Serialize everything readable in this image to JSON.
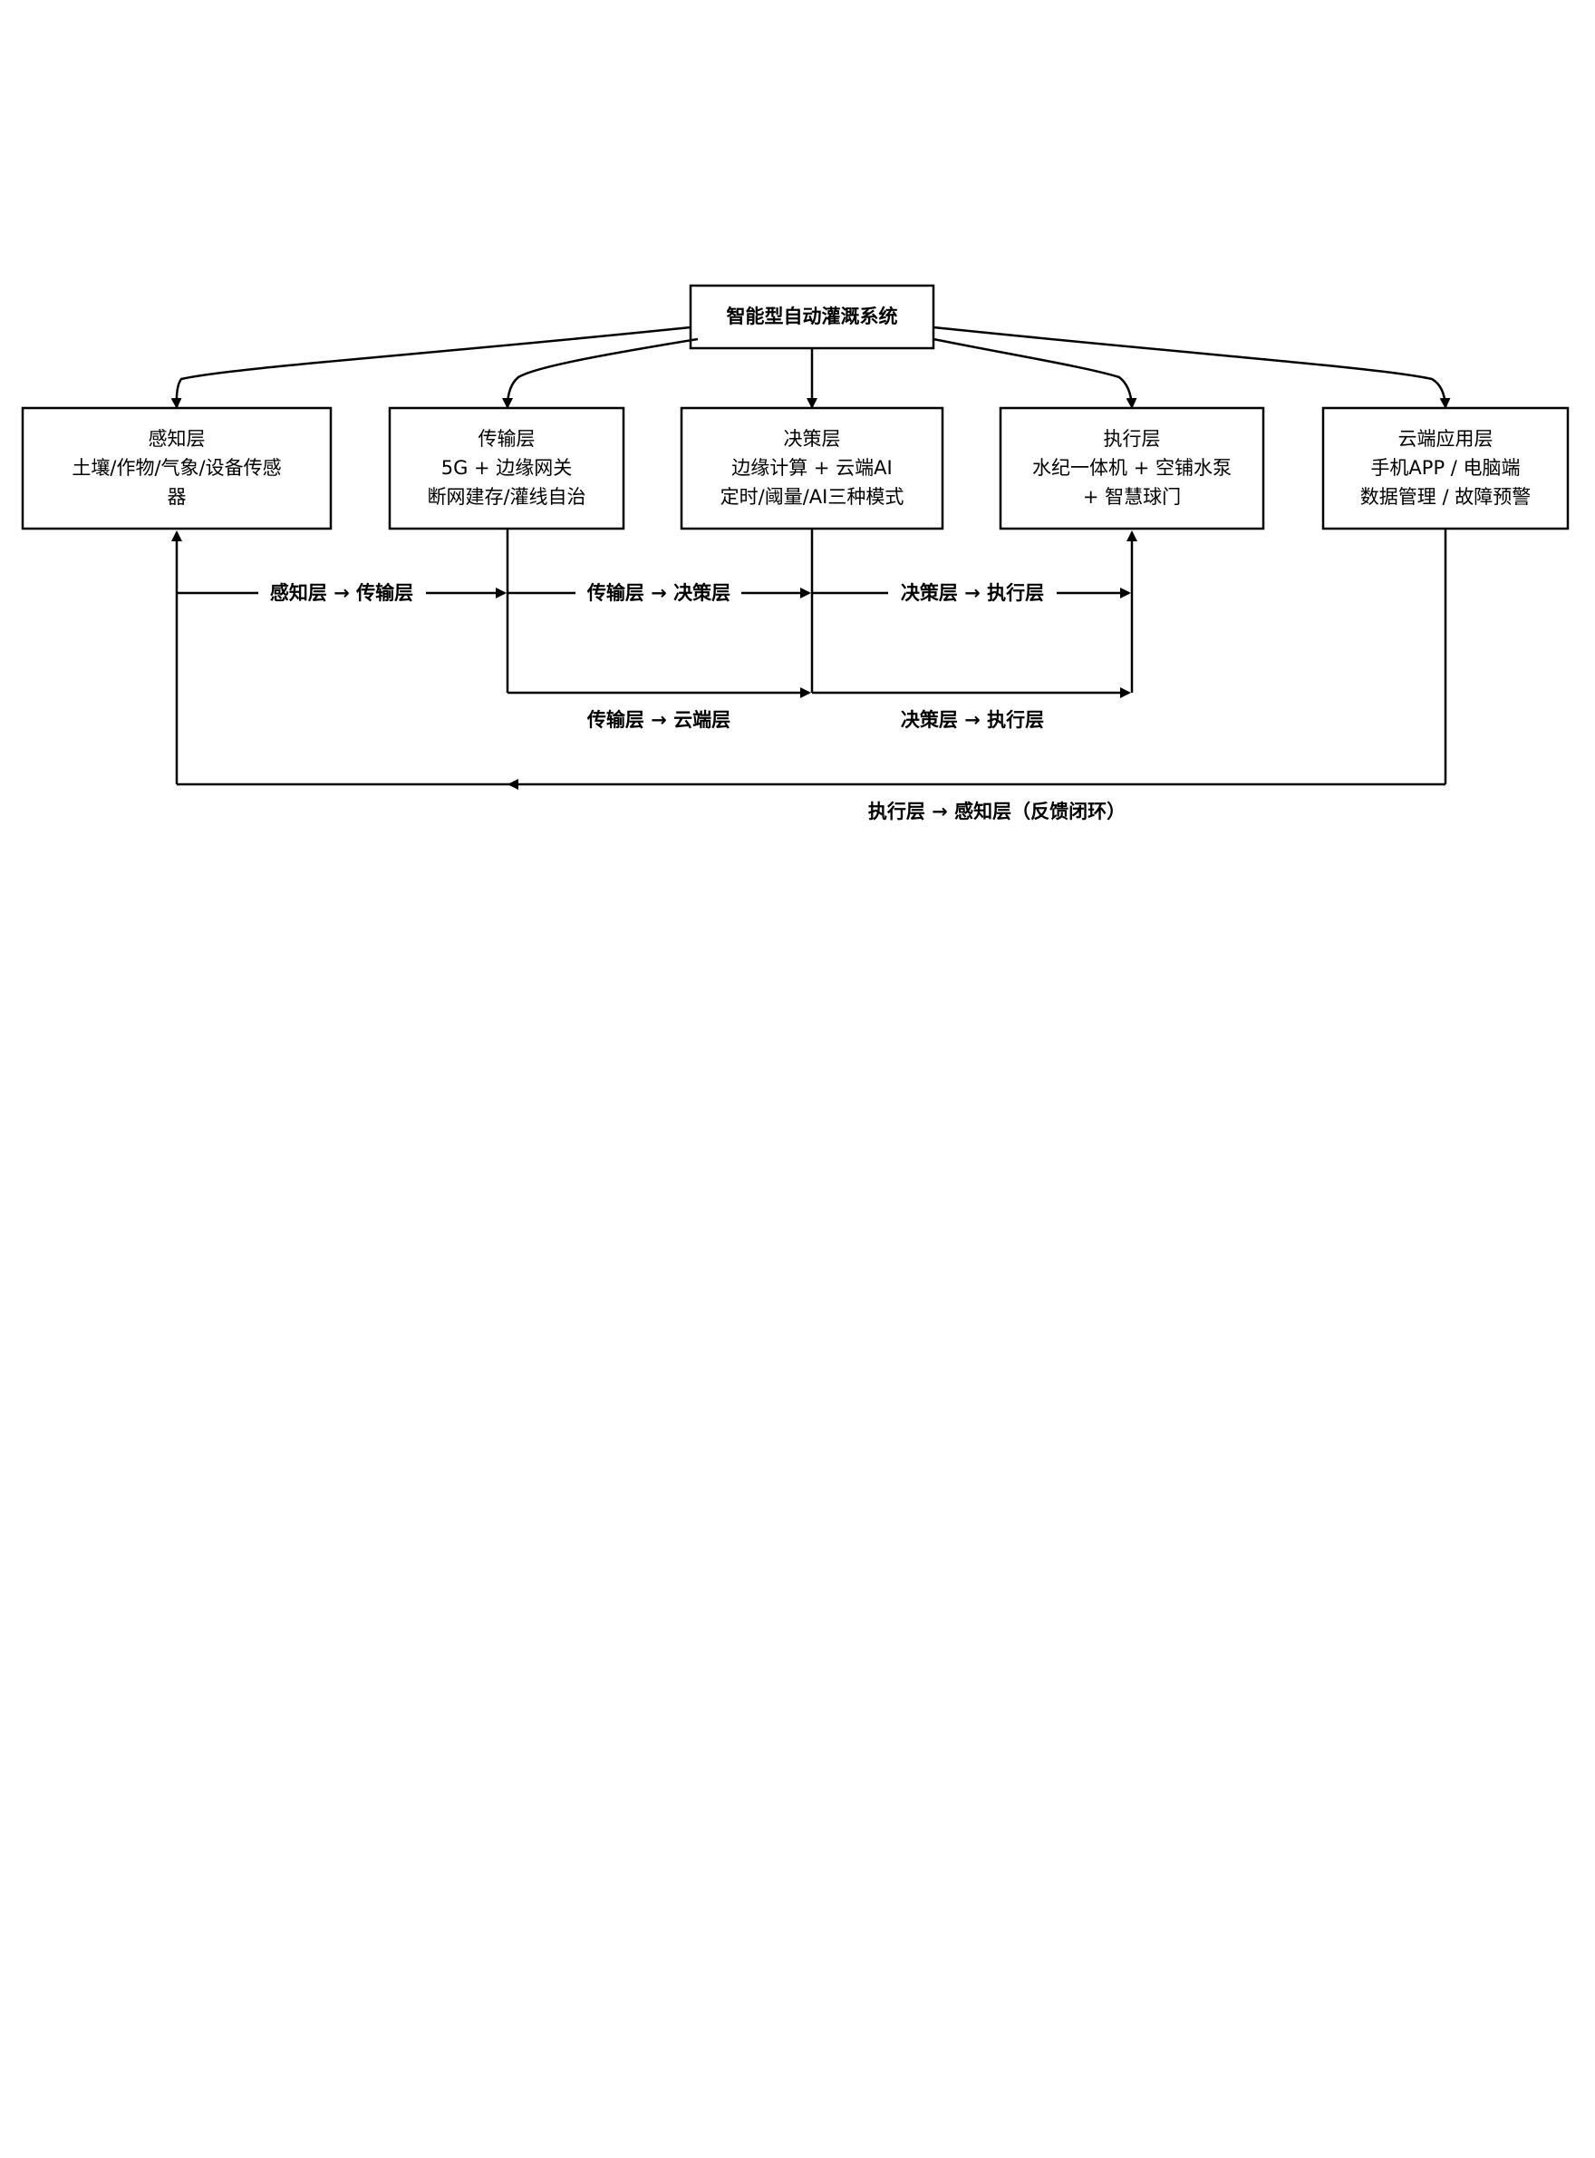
{
  "root": {
    "label": "智能型自动灌溉系统"
  },
  "layers": [
    {
      "id": "sense",
      "title": "感知层",
      "lines": [
        "土壤/作物/气象/设备传感",
        "器"
      ]
    },
    {
      "id": "trans",
      "title": "传输层",
      "lines": [
        "5G + 边缘网关",
        "断网建存/灌线自治"
      ]
    },
    {
      "id": "decide",
      "title": "决策层",
      "lines": [
        "边缘计算 + 云端AI",
        "定时/阈量/AI三种模式"
      ]
    },
    {
      "id": "exec",
      "title": "执行层",
      "lines": [
        "水纪一体机 + 空铺水泵",
        "+ 智慧球门"
      ]
    },
    {
      "id": "cloud",
      "title": "云端应用层",
      "lines": [
        "手机APP / 电脑端",
        "数据管理 / 故障预警"
      ]
    }
  ],
  "edge_labels": {
    "sense_to_trans": "感知层 → 传输层",
    "trans_to_decide": "传输层 → 决策层",
    "decide_to_exec": "决策层 → 执行层",
    "trans_to_cloud": "传输层 → 云端层",
    "decide_to_exec_2": "决策层 → 执行层",
    "feedback": "执行层 → 感知层（反馈闭环）"
  }
}
